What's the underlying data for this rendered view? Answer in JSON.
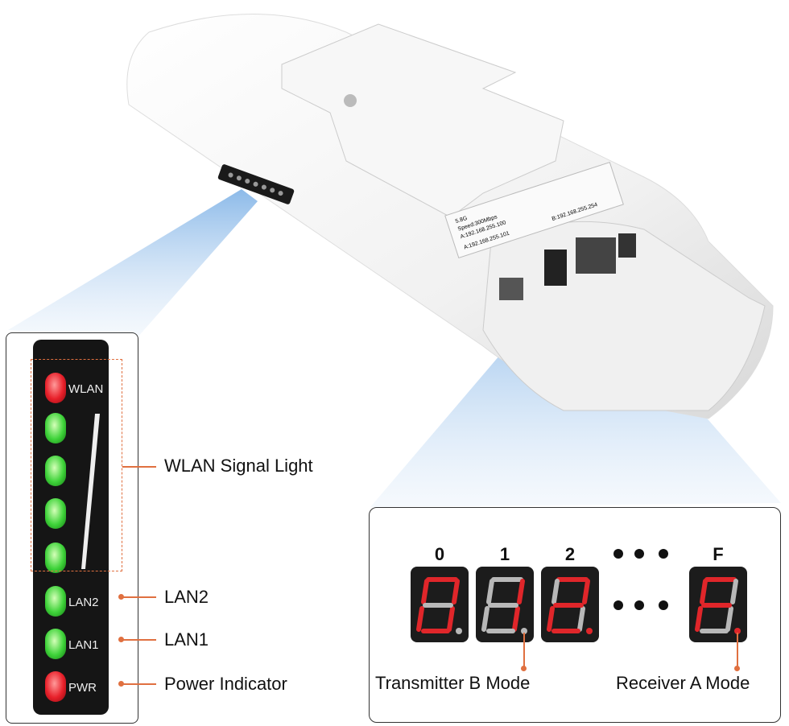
{
  "device_label": {
    "line1": "5.8G",
    "line2": "Speed:300Mbps",
    "line3": "A:192.168.255.100",
    "line4": "A:192.168.255.101",
    "line5": "B:192.168.255.254"
  },
  "led_panel": {
    "leds": [
      {
        "label": "WLAN",
        "color": "red"
      },
      {
        "label": "",
        "color": "green"
      },
      {
        "label": "",
        "color": "green"
      },
      {
        "label": "",
        "color": "green"
      },
      {
        "label": "",
        "color": "green"
      },
      {
        "label": "LAN2",
        "color": "green"
      },
      {
        "label": "LAN1",
        "color": "green"
      },
      {
        "label": "PWR",
        "color": "red"
      }
    ],
    "callouts": {
      "wlan_signal": "WLAN Signal Light",
      "lan2": "LAN2",
      "lan1": "LAN1",
      "power": "Power Indicator"
    }
  },
  "mode_panel": {
    "digits": [
      {
        "label": "0",
        "segments_on": "abcdef",
        "dp_on": false
      },
      {
        "label": "1",
        "segments_on": "bc",
        "dp_on": false
      },
      {
        "label": "2",
        "segments_on": "abged",
        "dp_on": true
      },
      {
        "label": "F",
        "segments_on": "afge",
        "dp_on": true
      }
    ],
    "transmitter_label": "Transmitter B Mode",
    "receiver_label": "Receiver A Mode"
  },
  "colors": {
    "accent": "#e07040",
    "led_red": "#e8202a",
    "led_green": "#3fd33a",
    "seg_on": "#e0262a",
    "seg_off": "#b8b8b8"
  }
}
